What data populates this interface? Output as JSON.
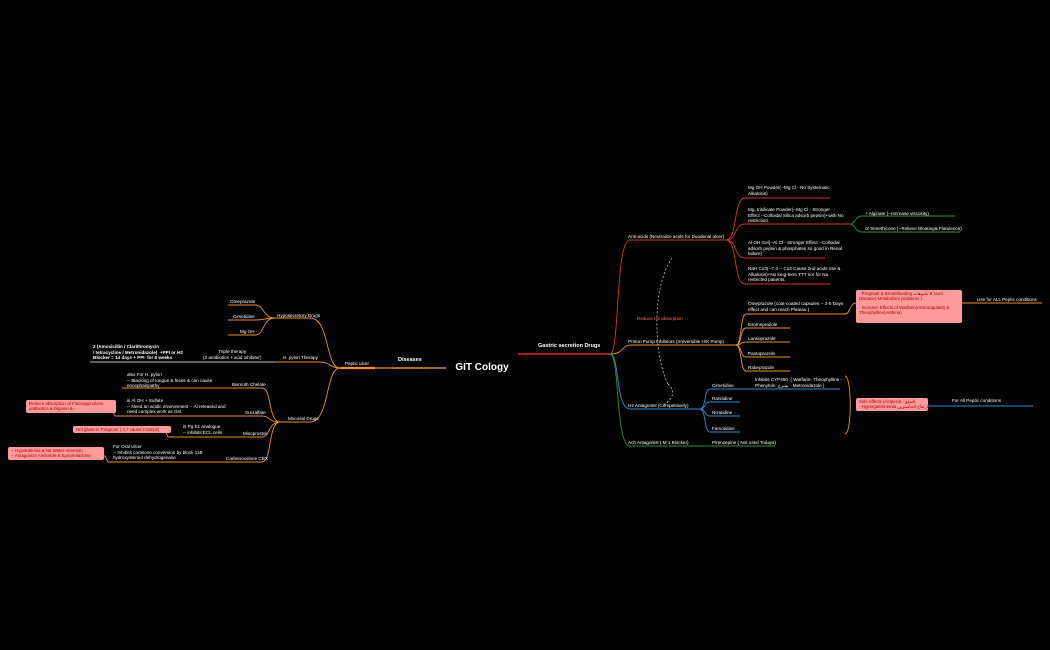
{
  "title": "GIT  Cology",
  "left": {
    "label": "Diseases",
    "peptic": "Peptic  ulcer",
    "hypo": {
      "label": "Hyposecretory Drugs",
      "items": [
        "Omeprazole",
        "Cimetidine",
        "Mg OH"
      ]
    },
    "hpylori": {
      "label": "H. pylori Therapy",
      "triple": "Triple therapy\n(2 antibiotics + acid inhibitor)",
      "regimen": "2 (Amoxicillin / Clarithromycin\n/ tetracycline / Metronidazole)  +PPI or H2\nBlocker = 14 days + PPI  for 6 weeks"
    },
    "mucosal": {
      "label": "Mucosal Drugs",
      "bismuth": {
        "label": "Bismuth Chelate",
        "note": "also For H. pylori\n-- Blacking of tongue & feces & can cause\nencephalopathy"
      },
      "sucralfate": {
        "label": "Sucralfate",
        "note": "is Al OH + Sulfate\n-- Need an acidic environment -- Al released and\nneed complex work as Gel.",
        "box": "Reduce absorption of Fluoroquinolone\nantibiotics & Digoxin &..."
      },
      "misoprostol": {
        "label": "Misoprostol",
        "note": "is Pg E1 analogue\n-- inhibits ECL cells",
        "box": "Not given to Pregnant ( 3,? cause Cramps)"
      },
      "carbenoxolone": {
        "label": "Carbenoxolone CBX",
        "note": "For Oral Ulcer\n-- Inhibits cortisone conversion by block 11B\nhydroxysteroid dehydrogenase",
        "box": "-- Hypokalemia & Na Water retention\n-- Antagonize Amiloride & Spironolactone"
      }
    }
  },
  "right": {
    "label": "Gastric secretion Drugs",
    "reduce_h2": "Reduce H2 absorption",
    "antacids": {
      "label": "Anti-acids (Neutralize acids  for Duodenal ulcer)",
      "items": [
        "Mg OH Powder(--Mg Cl - No Systematic\nAlkalosis)",
        "Mg. trisilicate Powder(--Mg Cl - Stronger\nEffect --Colloidal Silica adsorb pepsin)+with No\nrestriction.",
        "Al OH Gel(--Al Cl - Stronger Effect --Colloidal\nadsorb pepsin & phosphates so good in Renal\nfailure)",
        "NaH Co3(--7.4 -- Co2 Cause 2nd acids rise &\nAlkalosis)+No long-term TTT nor for Na\nrestricted patients."
      ],
      "alginate": "+ Alginate (--Increase viscosity)",
      "simethicone": "or Simethicone (--Relieve Bloating& Flatulence)"
    },
    "ppi": {
      "label": "Proton Pump Inhibitors (Irreversible H\\K Pump)",
      "items": [
        "Omeprazole (coat-coated capsules -- 2-5 Days\neffect and can reach Plateau )",
        "Esomeprazole",
        "Lansoprazole",
        "Pantoprazole",
        "Rabeprazole"
      ],
      "box1": "- Pregnant & Breastfeeding تشوهات & Liver\nDisease( Metabolism problems ).",
      "box2": "- Increase Effects of Warfarin(Anticoagulant) &\nTheophylline(Asthma)",
      "all_peptic": "Use for ALL Peptic conditions"
    },
    "h2": {
      "label": "H2 Antagonist (Competitively)",
      "items": [
        "Cimetidine",
        "Ranitidine",
        "Nizatidine",
        "Famotidine"
      ],
      "cim_note": "Inhibits CYP450  ( Warfarin- Theophylline -\nPhenytoin  بيتبرع - Metronidazole )",
      "box": "Side effects (Alopecia - الصلع\n- Hypergastrinemia ارتفاع الجاسترين)",
      "all_peptic": "For All Peptic conditions"
    },
    "ach": {
      "label": "Ach Antagonist ( M 1 Blocker)",
      "pirenzepine": "Pirenzepine ( Not used Todays)"
    }
  },
  "colors": {
    "orange": "#e8912e",
    "red": "#d0342c",
    "blue": "#2b8fd8",
    "green": "#2e8b3e",
    "pink": "#ff9a9a"
  }
}
